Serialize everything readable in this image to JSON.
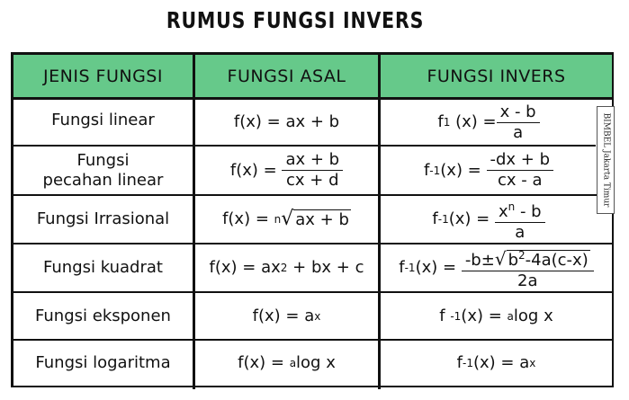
{
  "title": "RUMUS FUNGSI INVERS",
  "headers": [
    "JENIS FUNGSI",
    "FUNGSI ASAL",
    "FUNGSI INVERS"
  ],
  "rows": [
    {
      "jenis": "Fungsi linear",
      "asal": "f(x) = ax + b",
      "invers_pre": "f",
      "invers_sup": "1",
      "invers_mid": " (x) =",
      "invers_num": "x - b",
      "invers_den": "a"
    },
    {
      "jenis_1": "Fungsi",
      "jenis_2": "pecahan linear",
      "asal_pre": "f(x) =",
      "asal_num": "ax + b",
      "asal_den": "cx + d",
      "invers_pre": "f",
      "invers_sup": "-1",
      "invers_mid": "(x) =",
      "invers_num": "-dx + b",
      "invers_den": "cx - a"
    },
    {
      "jenis": "Fungsi Irrasional",
      "asal_pre": "f(x) =",
      "asal_idx": "n",
      "asal_rad": "ax + b",
      "invers_pre": "f",
      "invers_sup": "-1",
      "invers_mid": "(x) =",
      "invers_num_base": "x",
      "invers_num_sup": "n",
      "invers_num_rest": "- b",
      "invers_den": "a"
    },
    {
      "jenis": "Fungsi kuadrat",
      "asal_pre": "f(x) = ax",
      "asal_sup": "2",
      "asal_post": "+ bx + c",
      "invers_pre": "f",
      "invers_sup": "-1",
      "invers_mid": "(x) =",
      "invers_num_pre": "-b±",
      "invers_rad_base": "b",
      "invers_rad_sup": "2",
      "invers_rad_rest": "-4a(c-x)",
      "invers_den": "2a"
    },
    {
      "jenis": "Fungsi eksponen",
      "asal_pre": "f(x) = a",
      "asal_sup": "x",
      "invers_pre": "f",
      "invers_sup": "-1",
      "invers_mid": "(x) =",
      "invers_sup2": "a",
      "invers_post": "log x"
    },
    {
      "jenis": "Fungsi logaritma",
      "asal_pre": "f(x) =",
      "asal_sup": "a",
      "asal_post": "log x",
      "invers_pre": "f",
      "invers_sup": "-1",
      "invers_mid": "(x) = a",
      "invers_sup2": "x"
    }
  ],
  "watermark": "BIMBEL Jakarta Timur"
}
